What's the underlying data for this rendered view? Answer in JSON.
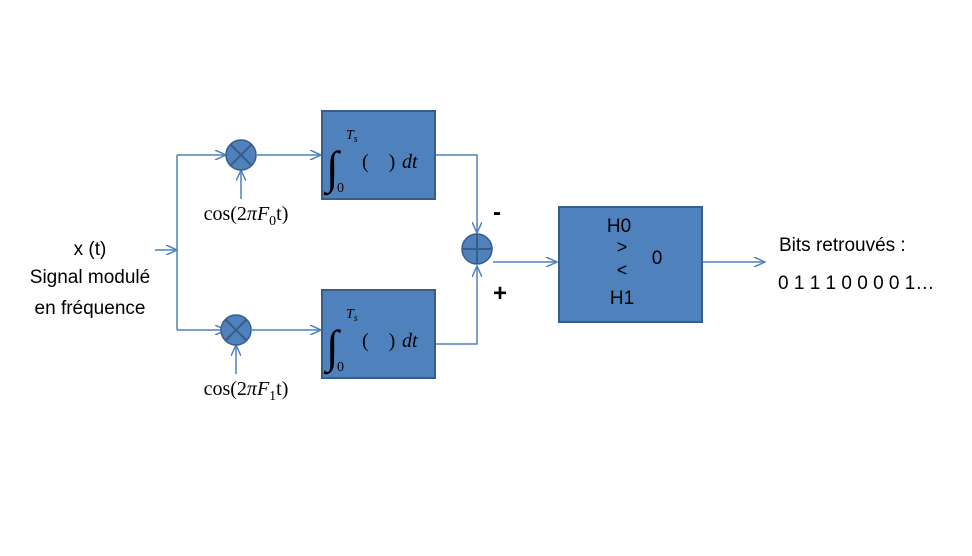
{
  "diagram": {
    "input": {
      "signal": "x (t)",
      "line1": "Signal modulé",
      "line2": "en fréquence"
    },
    "integrator": {
      "upper_limit": "T",
      "upper_limit_sub": "s",
      "lower_limit": "0",
      "body": "(    )",
      "differential": "dt"
    },
    "oscillators": {
      "top": {
        "prefix": "cos(2",
        "pi": "π",
        "freq": "F",
        "sub": "0",
        "suffix": "t)"
      },
      "bottom": {
        "prefix": "cos(2",
        "pi": "π",
        "freq": "F",
        "sub": "1",
        "suffix": "t)"
      }
    },
    "summer": {
      "minus": "-",
      "plus": "+"
    },
    "decision": {
      "h0": "H0",
      "gt": ">",
      "lt": "<",
      "threshold": "0",
      "h1": "H1"
    },
    "output": {
      "title": "Bits retrouvés :",
      "bits": "0 1 1 1 0 0 0 0 1…"
    },
    "colors": {
      "block_fill": "#4f81bd",
      "block_border": "#385d8a",
      "wire": "#4f81bd"
    }
  }
}
